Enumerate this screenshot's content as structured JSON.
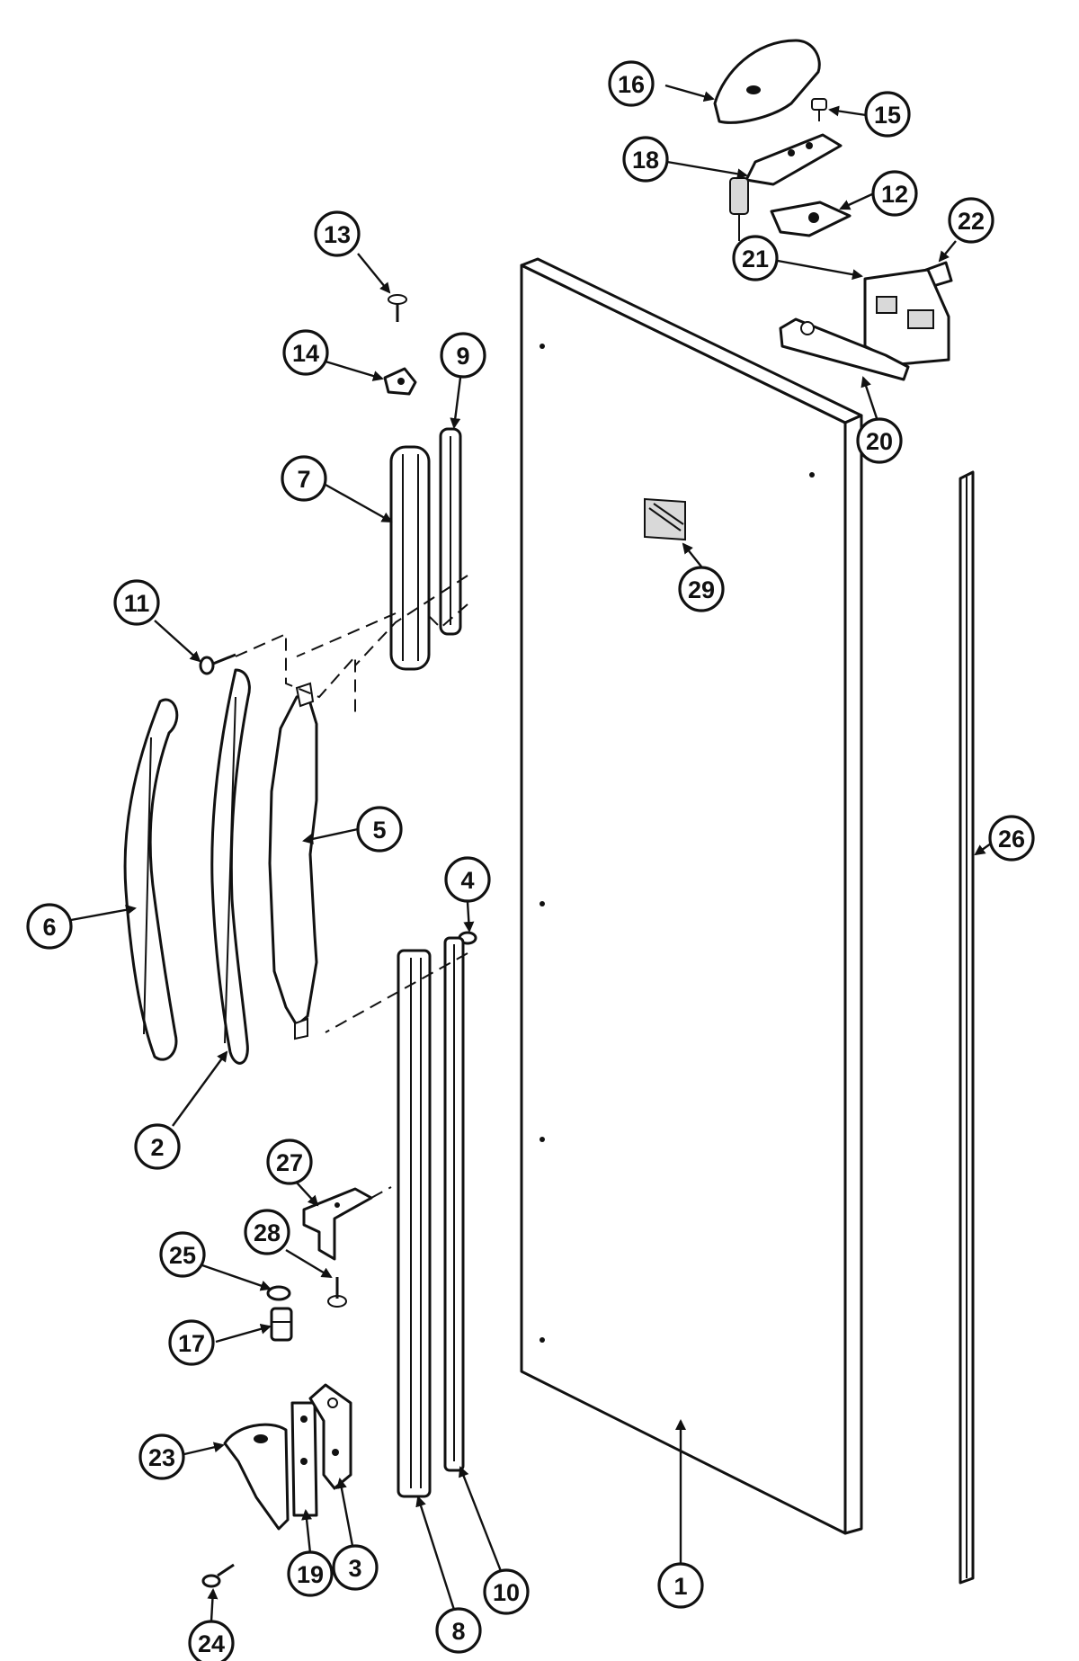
{
  "callouts": [
    {
      "label": "1"
    },
    {
      "label": "2"
    },
    {
      "label": "3"
    },
    {
      "label": "4"
    },
    {
      "label": "5"
    },
    {
      "label": "6"
    },
    {
      "label": "7"
    },
    {
      "label": "8"
    },
    {
      "label": "9"
    },
    {
      "label": "10"
    },
    {
      "label": "11"
    },
    {
      "label": "12"
    },
    {
      "label": "13"
    },
    {
      "label": "14"
    },
    {
      "label": "15"
    },
    {
      "label": "16"
    },
    {
      "label": "17"
    },
    {
      "label": "18"
    },
    {
      "label": "19"
    },
    {
      "label": "20"
    },
    {
      "label": "21"
    },
    {
      "label": "22"
    },
    {
      "label": "23"
    },
    {
      "label": "24"
    },
    {
      "label": "25"
    },
    {
      "label": "26"
    },
    {
      "label": "27"
    },
    {
      "label": "28"
    },
    {
      "label": "29"
    }
  ],
  "colors": {
    "ink": "#111111",
    "paper": "#ffffff"
  }
}
